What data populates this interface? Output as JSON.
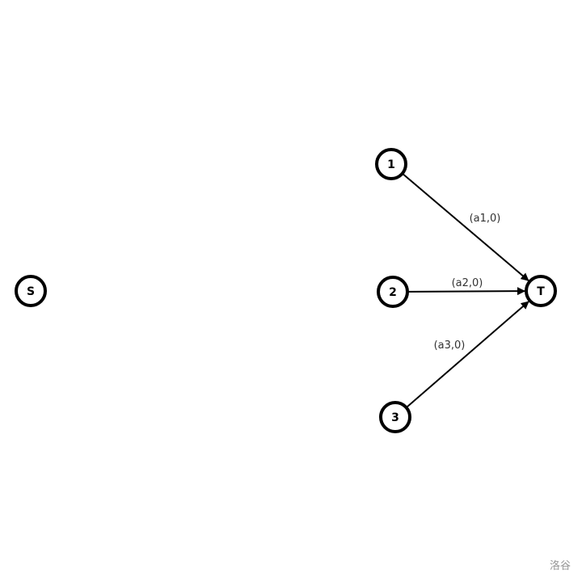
{
  "nodes": [
    {
      "id": "S",
      "label": "S"
    },
    {
      "id": "1",
      "label": "1"
    },
    {
      "id": "2",
      "label": "2"
    },
    {
      "id": "3",
      "label": "3"
    },
    {
      "id": "T",
      "label": "T"
    }
  ],
  "edges": [
    {
      "from": "1",
      "to": "T",
      "label": "(a1,0)"
    },
    {
      "from": "2",
      "to": "T",
      "label": "(a2,0)"
    },
    {
      "from": "3",
      "to": "T",
      "label": "(a3,0)"
    }
  ],
  "watermark": "洛谷",
  "colors": {
    "stroke": "#000000",
    "label": "#333333",
    "watermark": "#999999"
  }
}
